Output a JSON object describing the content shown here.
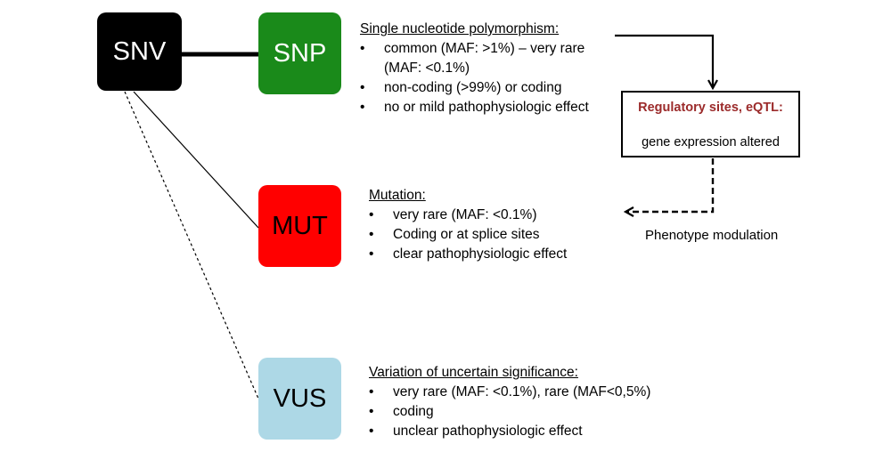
{
  "boxes": {
    "snv": {
      "label": "SNV",
      "color": "#000000"
    },
    "snp": {
      "label": "SNP",
      "color": "#1a8a1a"
    },
    "mut": {
      "label": "MUT",
      "color": "#ff0000"
    },
    "vus": {
      "label": "VUS",
      "color": "#add8e6"
    }
  },
  "snp_block": {
    "heading": "Single nucleotide polymorphism:",
    "items": [
      "common (MAF: >1%) – very rare (MAF: <0.1%)",
      "non-coding (>99%) or coding",
      "no or mild pathophysiologic effect"
    ]
  },
  "mut_block": {
    "heading": "Mutation:",
    "items": [
      "very rare (MAF: <0.1%)",
      "Coding or at splice sites",
      "clear pathophysiologic effect"
    ]
  },
  "vus_block": {
    "heading": "Variation of uncertain significance:",
    "items": [
      "very rare (MAF: <0.1%), rare (MAF<0,5%)",
      "coding",
      "unclear pathophysiologic effect"
    ]
  },
  "regulatory": {
    "title": "Regulatory sites, eQTL:",
    "subtitle": "gene expression altered",
    "title_color": "#9b2a2a"
  },
  "phenotype_label": "Phenotype modulation"
}
